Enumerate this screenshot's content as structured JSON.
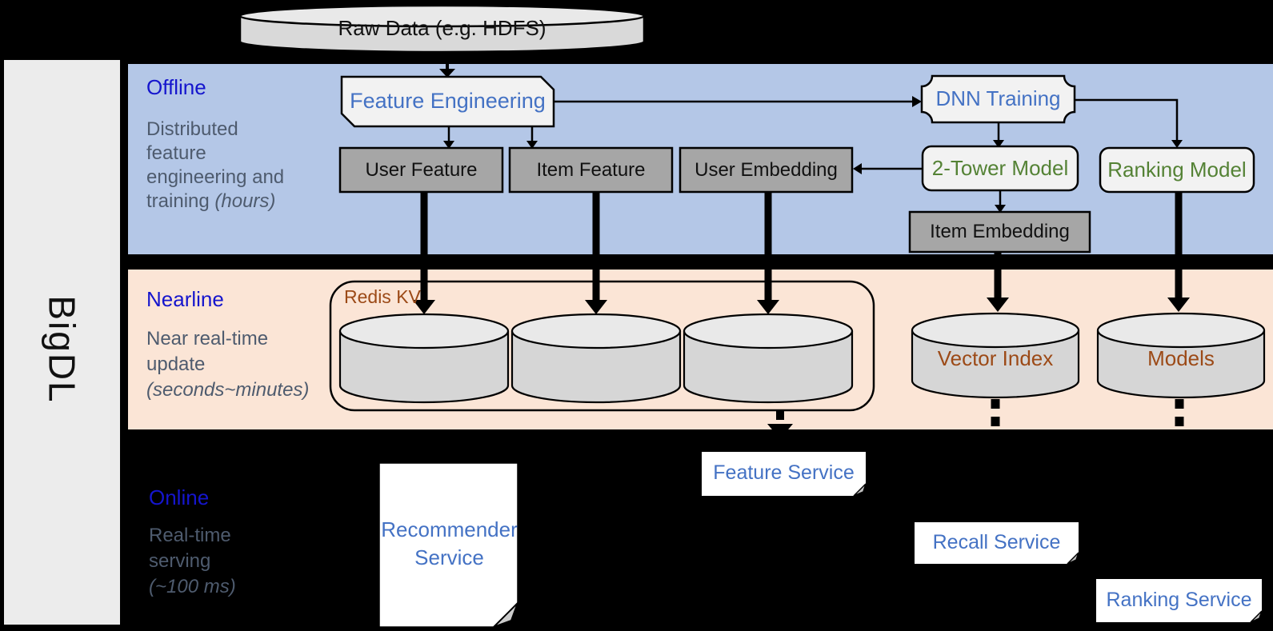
{
  "brand": "BigDL",
  "raw_data_label": "Raw Data (e.g. HDFS)",
  "sections": {
    "offline": {
      "title": "Offline",
      "line1": "Distributed",
      "line2": "feature",
      "line3": "engineering and",
      "line4": "training ",
      "line4_italic": "(hours)"
    },
    "nearline": {
      "title": "Nearline",
      "line1": "Near real-time",
      "line2": "update",
      "line3_italic": "(seconds~minutes)"
    },
    "online": {
      "title": "Online",
      "line1": "Real-time",
      "line2": "serving",
      "line3_italic": "(~100 ms)"
    }
  },
  "nodes": {
    "feature_engineering": "Feature Engineering",
    "dnn_training": "DNN Training",
    "user_feature": "User Feature",
    "item_feature": "Item Feature",
    "user_embedding": "User Embedding",
    "two_tower_model": "2-Tower Model",
    "ranking_model": "Ranking Model",
    "item_embedding": "Item Embedding",
    "redis_kv": "Redis KV",
    "vector_index": "Vector Index",
    "models": "Models",
    "recommender_service": "Recommender Service",
    "feature_service": "Feature Service",
    "recall_service": "Recall Service",
    "ranking_service": "Ranking Service"
  },
  "colors": {
    "offline_band": "#b4c7e7",
    "nearline_band": "#fbe5d6",
    "sidebar": "#ececec",
    "gray_node": "#a6a6a6",
    "light_node": "#f2f2f2",
    "cylinder": "#d6d6d6",
    "accent_blue": "#4472c4",
    "accent_green": "#548235",
    "accent_brown": "#9c4a17",
    "section_title_blue": "#1515cd",
    "section_body": "#4e5b6e",
    "background": "#000000"
  }
}
